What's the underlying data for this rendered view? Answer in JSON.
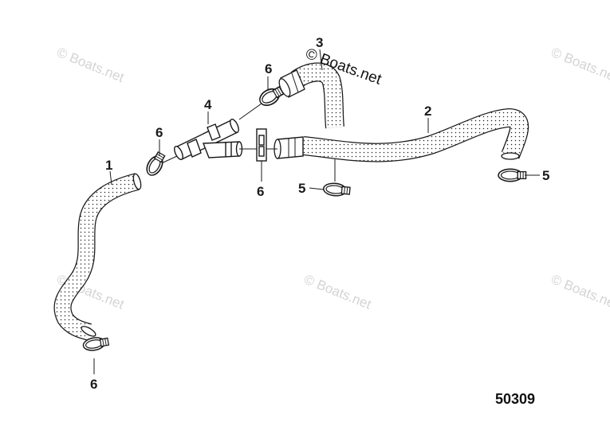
{
  "callouts": {
    "c1": "1",
    "c2": "2",
    "c3": "3",
    "c4": "4",
    "c5a": "5",
    "c5b": "5",
    "c6a": "6",
    "c6b": "6",
    "c6c": "6",
    "c6d": "6"
  },
  "watermark": {
    "main": "© Boats.net",
    "faint": "© Boats.net"
  },
  "diagram_number": "50309",
  "colors": {
    "line": "#1a1a1a",
    "hose_fill": "#ffffff",
    "watermark": "#d4d4d4"
  }
}
